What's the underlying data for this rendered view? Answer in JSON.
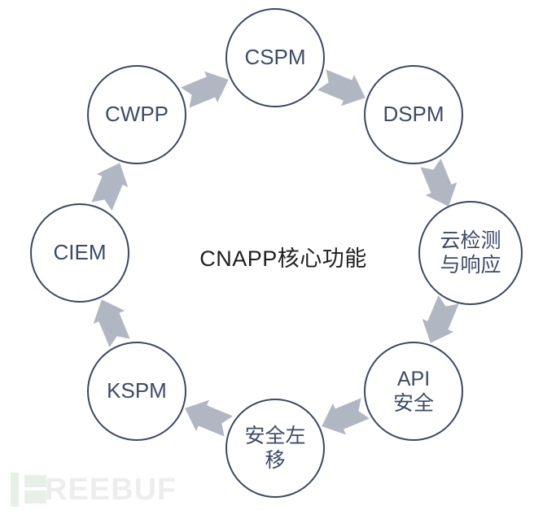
{
  "title": "CNAPP核心功能",
  "nodes": [
    {
      "id": "cspm",
      "label": "CSPM"
    },
    {
      "id": "dspm",
      "label": "DSPM"
    },
    {
      "id": "cloud-detection-response",
      "label": "云检测\n与响应"
    },
    {
      "id": "api-security",
      "label": "API\n安全"
    },
    {
      "id": "shift-left-security",
      "label": "安全左\n移"
    },
    {
      "id": "kspm",
      "label": "KSPM"
    },
    {
      "id": "ciem",
      "label": "CIEM"
    },
    {
      "id": "cwpp",
      "label": "CWPP"
    }
  ],
  "arrows": [
    {
      "from": "CSPM",
      "to": "DSPM"
    },
    {
      "from": "DSPM",
      "to": "云检测与响应"
    },
    {
      "from": "云检测与响应",
      "to": "API安全"
    },
    {
      "from": "API安全",
      "to": "安全左移"
    },
    {
      "from": "安全左移",
      "to": "KSPM"
    },
    {
      "from": "KSPM",
      "to": "CIEM"
    },
    {
      "from": "CIEM",
      "to": "CWPP"
    },
    {
      "from": "CWPP",
      "to": "CSPM"
    }
  ],
  "watermark": {
    "text": "REEBUF",
    "icon": "freebuf-f-bars-icon"
  },
  "colors": {
    "circle_stroke": "#3a4861",
    "node_text": "#3d4b66",
    "arrow": "#b1b7c2",
    "title_text": "#1f1f1f",
    "watermark_green": "#e6f0e6",
    "watermark_gray": "#ededed"
  }
}
